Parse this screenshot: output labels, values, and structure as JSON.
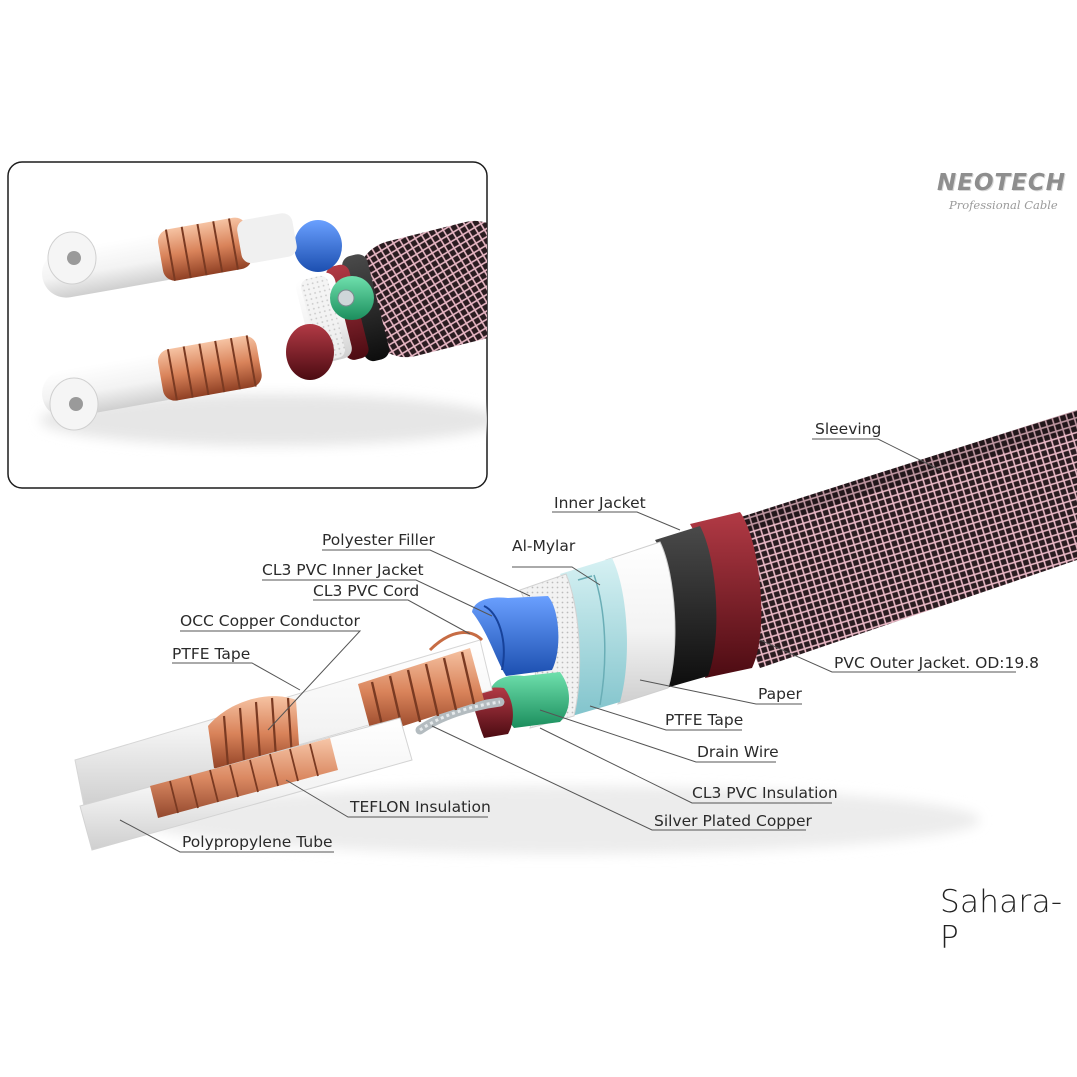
{
  "brand": {
    "name": "NEOTECH",
    "tagline": "Professional Cable"
  },
  "product": {
    "name": "Sahara-P"
  },
  "labels": {
    "sleeving": "Sleeving",
    "inner_jacket": "Inner Jacket",
    "al_mylar": "Al-Mylar",
    "polyester_filler": "Polyester Filler",
    "cl3_pvc_inner_jacket": "CL3 PVC Inner Jacket",
    "cl3_pvc_cord": "CL3 PVC Cord",
    "occ_copper_conductor": "OCC Copper Conductor",
    "ptfe_tape_left": "PTFE Tape",
    "pvc_outer_jacket": "PVC Outer Jacket. OD:19.8",
    "paper": "Paper",
    "ptfe_tape_right": "PTFE Tape",
    "drain_wire": "Drain Wire",
    "cl3_pvc_insulation": "CL3 PVC Insulation",
    "silver_plated_copper": "Silver Plated Copper",
    "teflon_insulation": "TEFLON Insulation",
    "polypropylene_tube": "Polypropylene Tube"
  },
  "colors": {
    "copper": "#d9835a",
    "blue_jacket": "#2f6fd6",
    "green_cord": "#2fae7a",
    "teal_mylar": "#9fd6dc",
    "dark_red": "#7a1620",
    "sleeve_black": "#1a1a1a",
    "sleeve_pink": "#e8b7c4"
  }
}
